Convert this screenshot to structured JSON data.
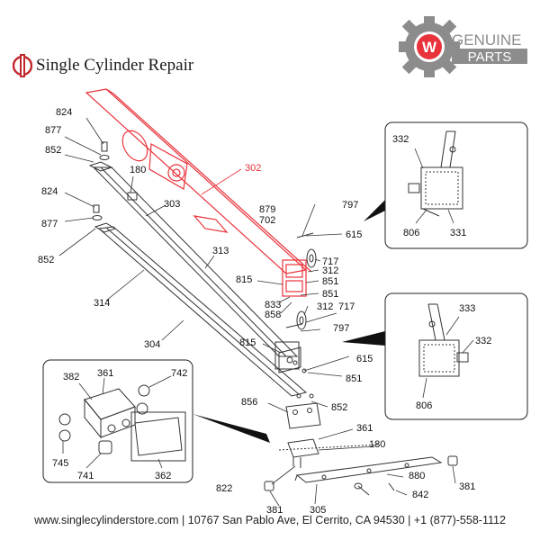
{
  "header": {
    "brand_name": "Single Cylinder Repair",
    "badge_top": "GENUINE",
    "badge_bottom": "PARTS"
  },
  "footer": {
    "text": "www.singlecylinderstore.com | 10767 San Pablo Ave, El Cerrito, CA 94530 | +1 (877)-558-1112"
  },
  "colors": {
    "brand_red": "#c0272d",
    "highlight_red": "#e8333b",
    "gear_gray": "#8c8c8c",
    "line_gray": "#333333"
  },
  "callouts": {
    "p824a": "824",
    "p877a": "877",
    "p852a": "852",
    "p180a": "180",
    "p302": "302",
    "p824b": "824",
    "p877b": "877",
    "p852b": "852",
    "p303": "303",
    "p313": "313",
    "p314": "314",
    "p304": "304",
    "p879": "879",
    "p702": "702",
    "p797a": "797",
    "p615a": "615",
    "p717a": "717",
    "p312a": "312",
    "p851a": "851",
    "p815a": "815",
    "p851b": "851",
    "p833": "833",
    "p858": "858",
    "p312b": "312",
    "p717b": "717",
    "p797b": "797",
    "p815b": "815",
    "p615b": "615",
    "p851c": "851",
    "p856": "856",
    "p852c": "852",
    "p361b": "361",
    "p180b": "180",
    "p822": "822",
    "p880": "880",
    "p842": "842",
    "p381a": "381",
    "p305": "305",
    "p381b": "381",
    "p382": "382",
    "p361a": "361",
    "p742": "742",
    "p745": "745",
    "p741": "741",
    "p362": "362",
    "p332a": "332",
    "p806a": "806",
    "p331": "331",
    "p333": "333",
    "p332b": "332",
    "p806b": "806"
  }
}
